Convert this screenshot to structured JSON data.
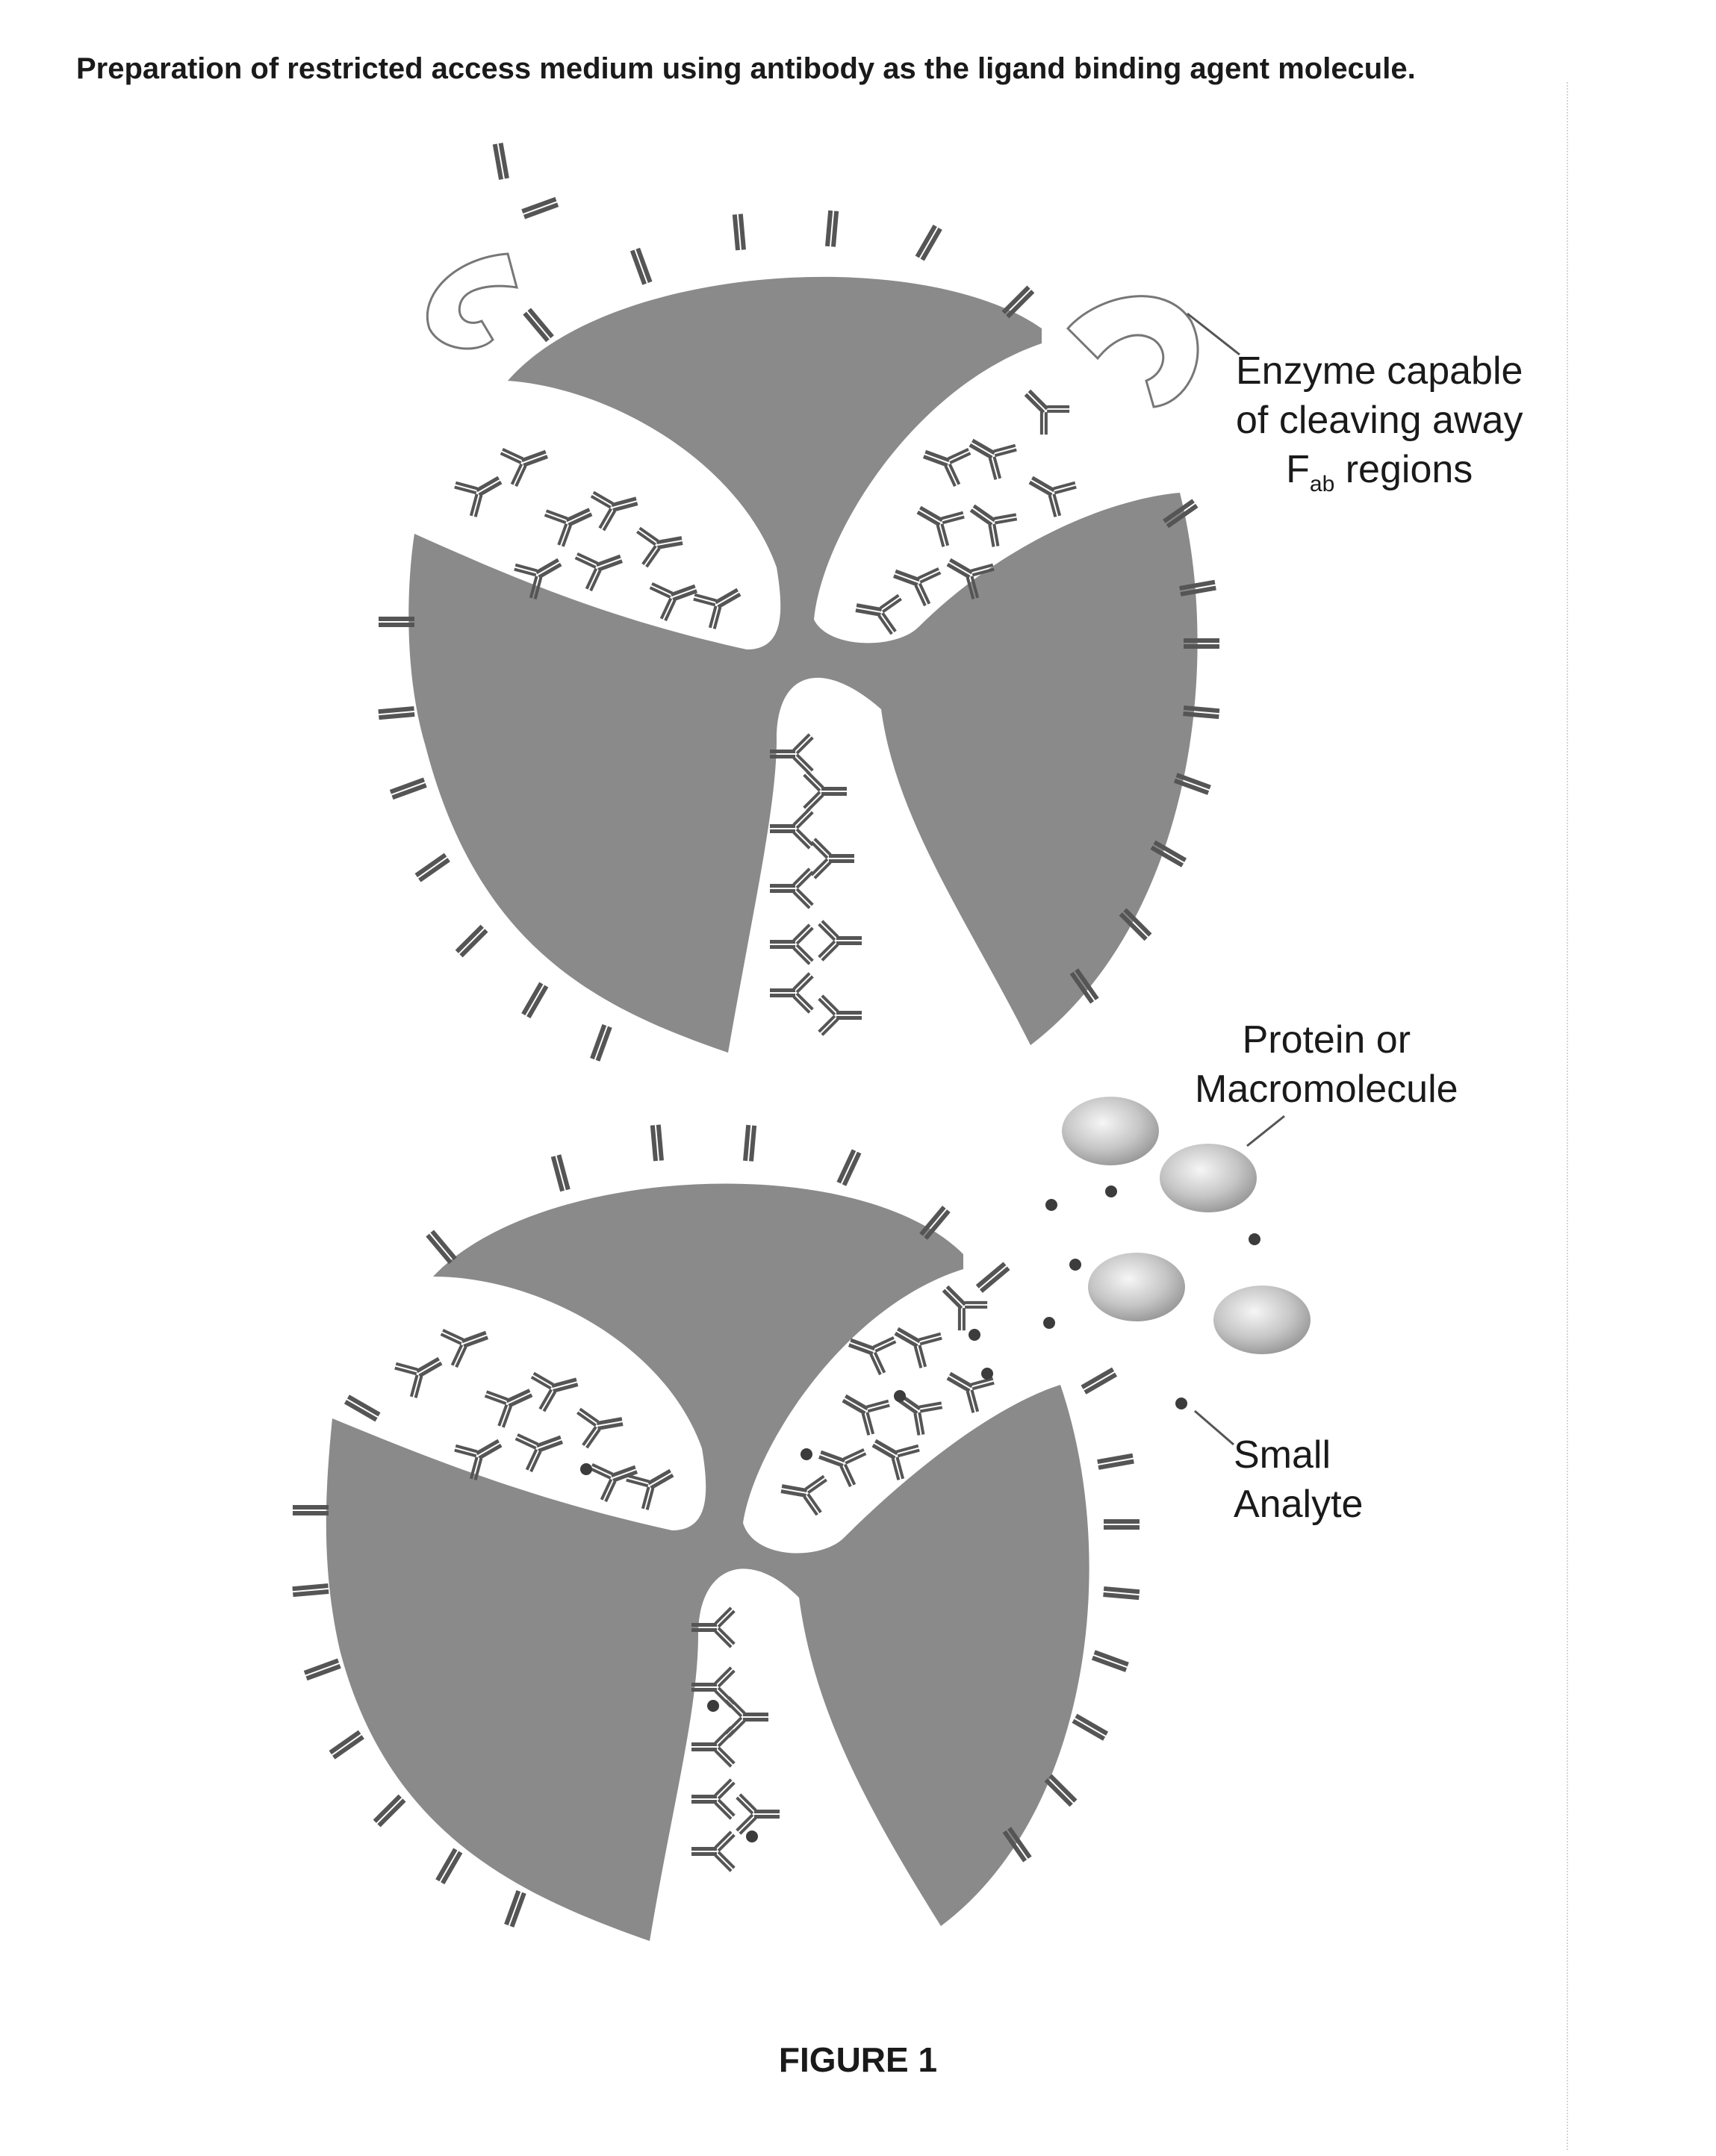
{
  "title": "Preparation of restricted access medium using antibody as the ligand binding agent molecule.",
  "labels": {
    "enzyme_line1": "Enzyme capable",
    "enzyme_line2": "of cleaving away",
    "enzyme_line3_prefix": "F",
    "enzyme_line3_sub": "ab",
    "enzyme_line3_suffix": " regions",
    "protein_line1": "Protein or",
    "protein_line2": "Macromolecule",
    "analyte_line1": "Small",
    "analyte_line2": "Analyte"
  },
  "caption": "FIGURE 1",
  "colors": {
    "bead": "#8a8a8a",
    "antibody": "#505050",
    "protein_light": "#f4f4f4",
    "protein_dark": "#9a9a9a",
    "analyte": "#3c3c3c",
    "enzyme_outline": "#666666"
  }
}
